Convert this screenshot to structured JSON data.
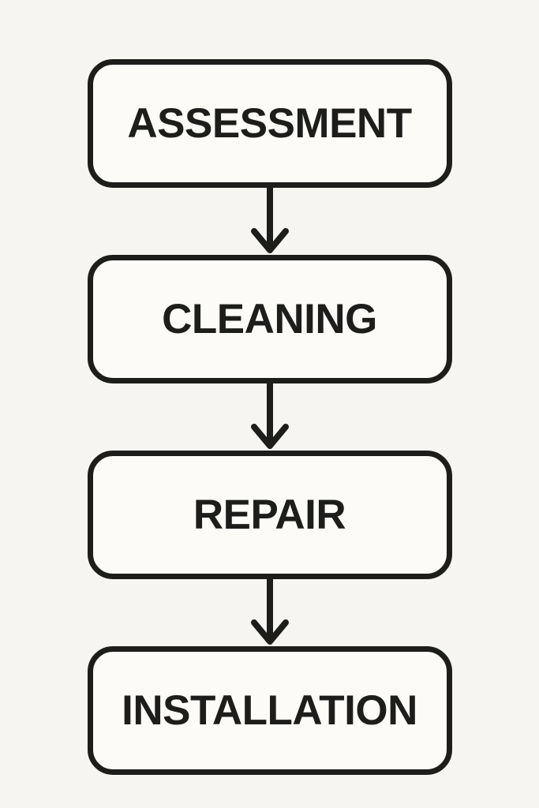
{
  "diagram": {
    "type": "flowchart",
    "direction": "top-to-bottom",
    "steps": [
      {
        "label": "ASSESSMENT"
      },
      {
        "label": "CLEANING"
      },
      {
        "label": "REPAIR"
      },
      {
        "label": "INSTALLATION"
      }
    ],
    "connectors": [
      {
        "from": "ASSESSMENT",
        "to": "CLEANING",
        "style": "arrow-down"
      },
      {
        "from": "CLEANING",
        "to": "REPAIR",
        "style": "arrow-down"
      },
      {
        "from": "REPAIR",
        "to": "INSTALLATION",
        "style": "arrow-down"
      }
    ],
    "colors": {
      "background": "#f6f5f1",
      "box_fill": "#fcfbf8",
      "line": "#1d1d1b",
      "text": "#1d1d1b"
    }
  }
}
